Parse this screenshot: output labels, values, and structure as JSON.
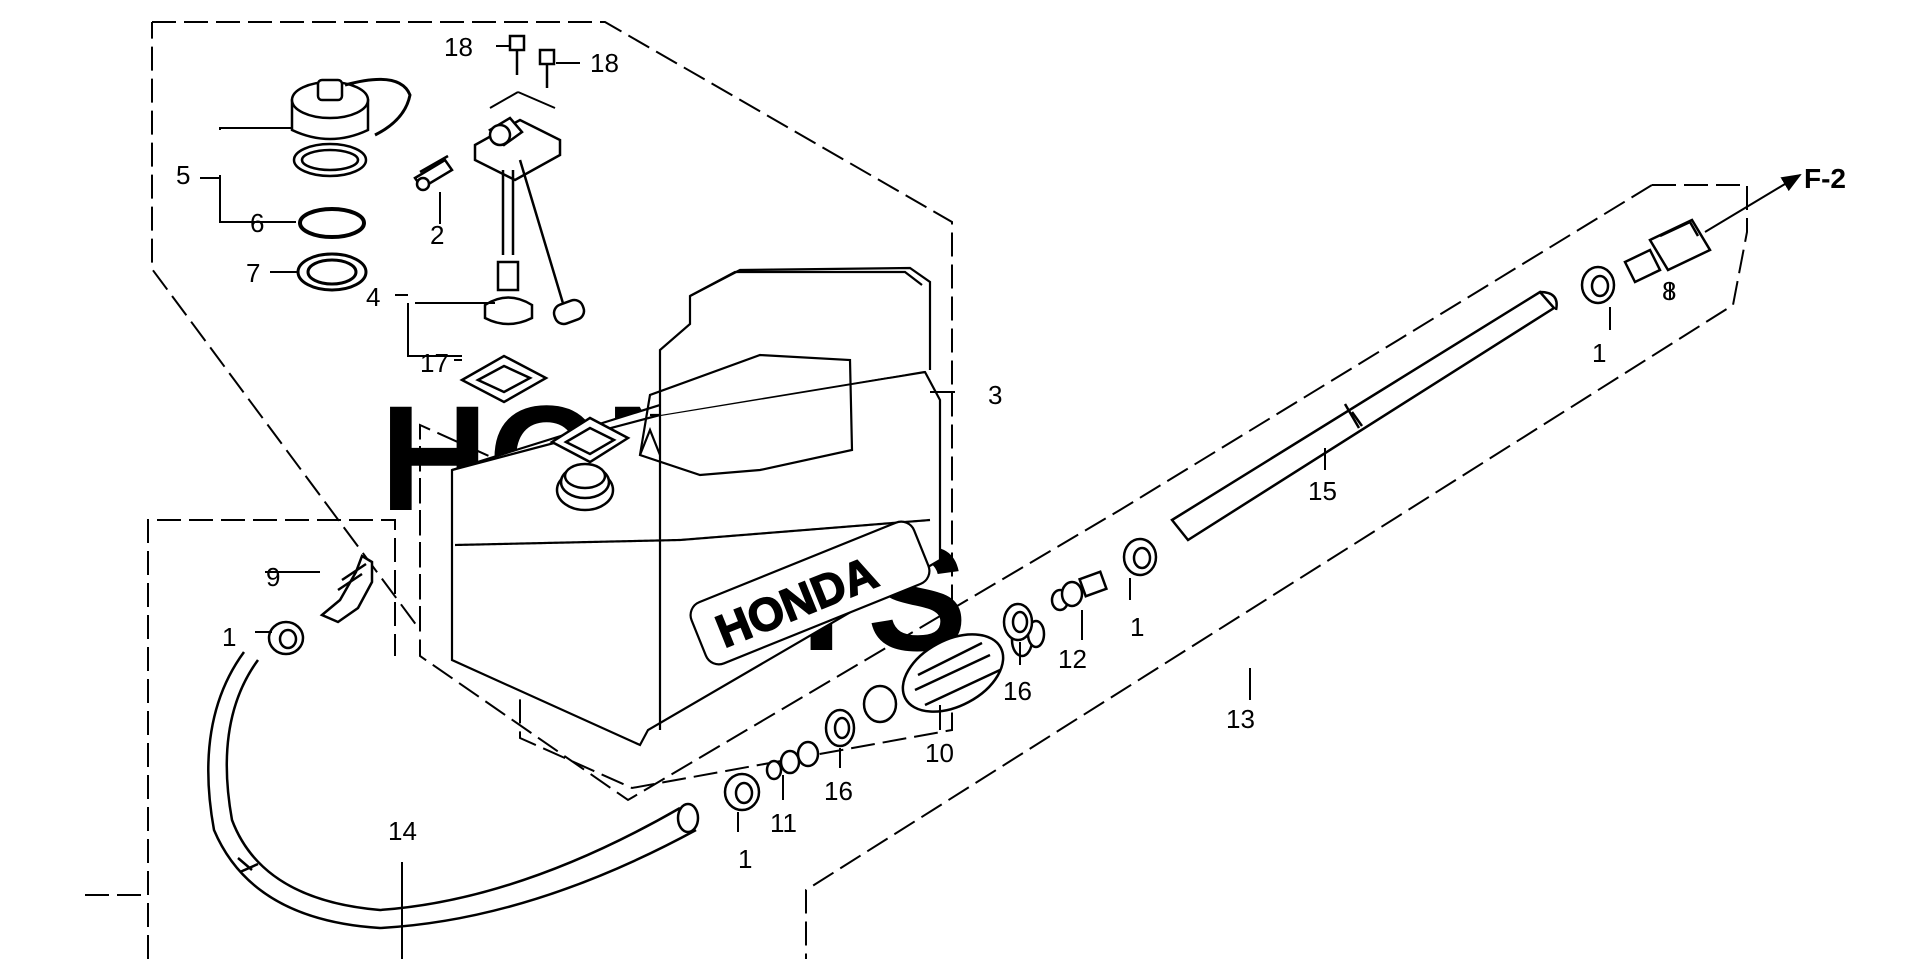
{
  "watermark": {
    "line1": "HONDA",
    "line2": "PARTS"
  },
  "tank_emboss": "HONDA",
  "callouts": {
    "forward_ref": "F-2"
  },
  "refs": {
    "r1a": "1",
    "r1b": "1",
    "r1c": "1",
    "r1d": "1",
    "r2": "2",
    "r3": "3",
    "r4": "4",
    "r5": "5",
    "r6": "6",
    "r7": "7",
    "r8": "8",
    "r9": "9",
    "r10": "10",
    "r11": "11",
    "r12": "12",
    "r13": "13",
    "r14": "14",
    "r15": "15",
    "r16a": "16",
    "r16b": "16",
    "r17": "17",
    "r18a": "18",
    "r18b": "18"
  }
}
